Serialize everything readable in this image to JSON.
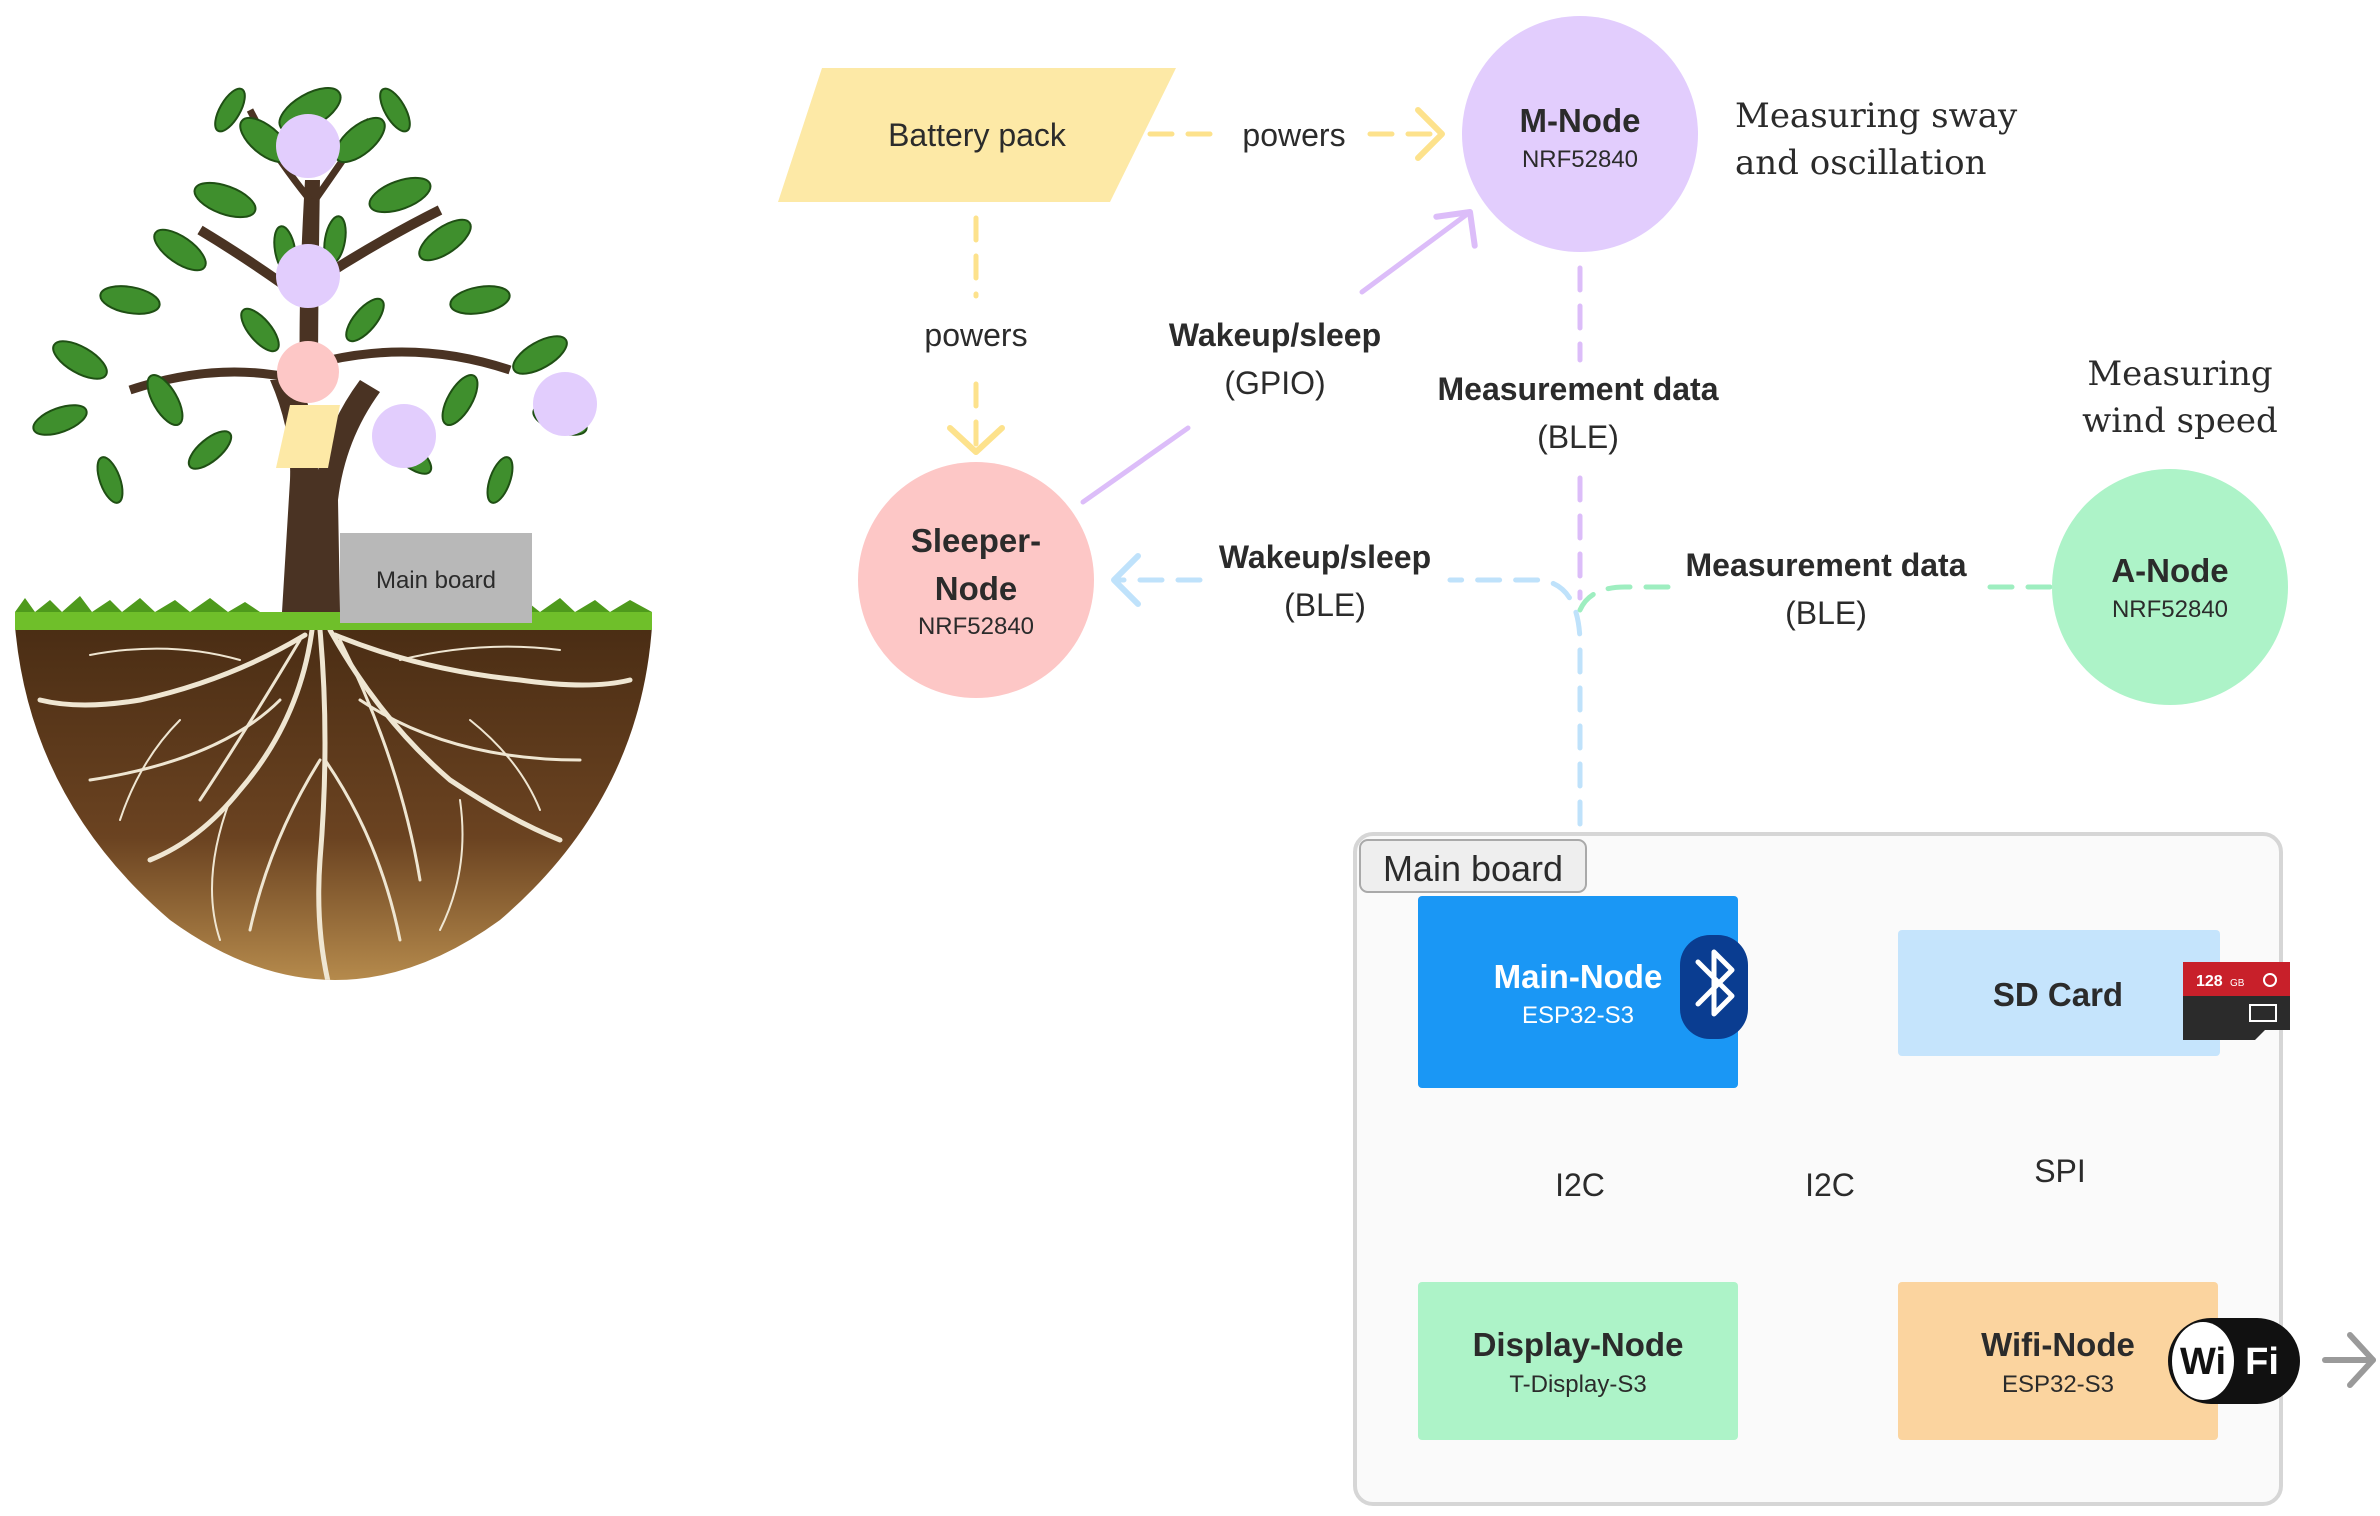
{
  "tree": {
    "main_board_label": "Main board"
  },
  "battery": {
    "label": "Battery pack"
  },
  "m_node": {
    "title": "M-Node",
    "chip": "NRF52840",
    "note_line1": "Measuring sway",
    "note_line2": "and oscillation"
  },
  "sleeper_node": {
    "title_line1": "Sleeper-",
    "title_line2": "Node",
    "chip": "NRF52840"
  },
  "a_node": {
    "title": "A-Node",
    "chip": "NRF52840",
    "note_line1": "Measuring",
    "note_line2": "wind speed"
  },
  "edges": {
    "battery_to_m": "powers",
    "battery_to_sleeper": "powers",
    "sleeper_to_m_line1": "Wakeup/sleep",
    "sleeper_to_m_line2": "(GPIO)",
    "m_to_main_line1": "Measurement data",
    "m_to_main_line2": "(BLE)",
    "main_to_sleeper_line1": "Wakeup/sleep",
    "main_to_sleeper_line2": "(BLE)",
    "a_to_main_line1": "Measurement data",
    "a_to_main_line2": "(BLE)",
    "main_to_display": "I2C",
    "main_to_wifi": "I2C",
    "wifi_to_sd": "SPI"
  },
  "main_board": {
    "label": "Main board",
    "main_node": {
      "title": "Main-Node",
      "chip": "ESP32-S3"
    },
    "sd_card": {
      "title": "SD Card",
      "capacity": "128",
      "unit": "GB"
    },
    "display_node": {
      "title": "Display-Node",
      "chip": "T-Display-S3"
    },
    "wifi_node": {
      "title": "Wifi-Node",
      "chip": "ESP32-S3",
      "logo_left": "Wi",
      "logo_right": "Fi"
    }
  },
  "colors": {
    "battery": "#fde9a6",
    "m_node": "#e2cdfd",
    "sleeper_node": "#fdc7c6",
    "a_node": "#adf3c8",
    "main_node": "#1a97f5",
    "sd_card": "#c5e4fc",
    "display_node": "#adf3c8",
    "wifi_node": "#fbd49f",
    "board_border": "#d6d6d6"
  }
}
